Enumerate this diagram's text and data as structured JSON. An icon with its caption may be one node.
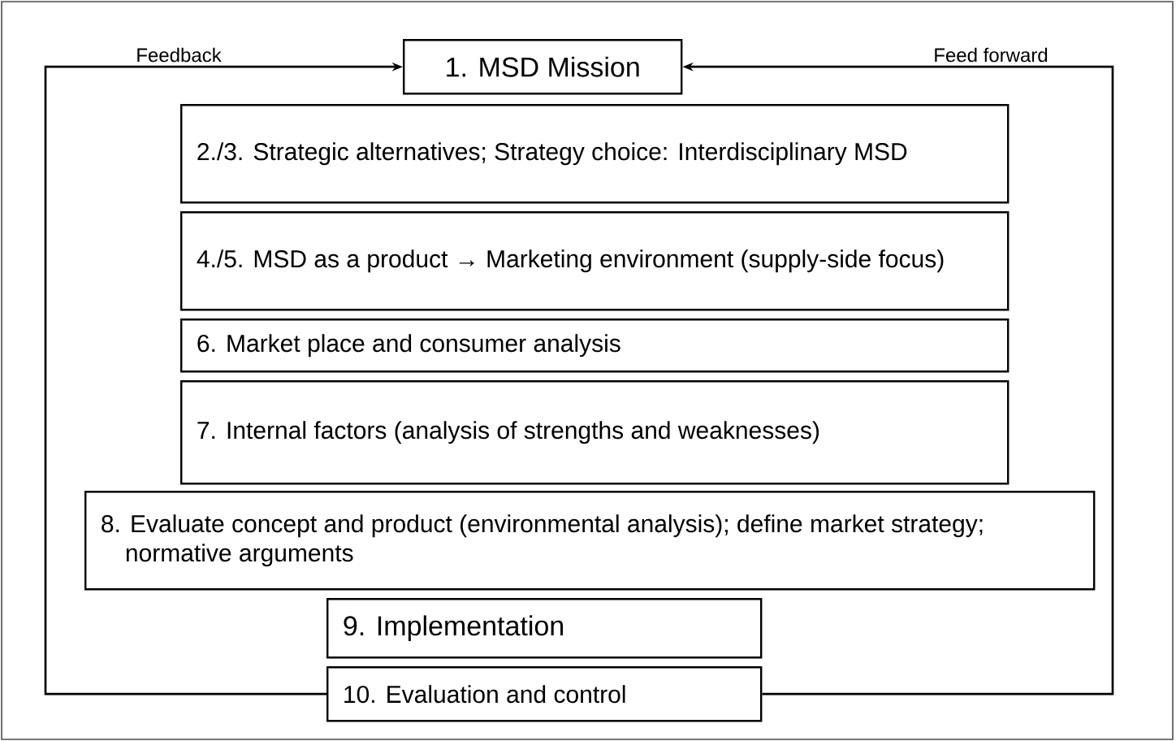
{
  "diagram": {
    "nodes": [
      {
        "text": [
          "1. MSD Mission"
        ]
      },
      {
        "text": [
          "2./3. Strategic alternatives; Strategy choice: Interdisciplinary MSD"
        ]
      },
      {
        "text": [
          "4./5. MSD as a product → Marketing environment (supply-side focus)"
        ]
      },
      {
        "text": [
          "6. Market place and consumer analysis"
        ]
      },
      {
        "text": [
          "7. Internal factors (analysis of strengths and weaknesses)"
        ]
      },
      {
        "text": [
          "8. Evaluate concept and product (environmental analysis); define market strategy; normative arguments"
        ]
      },
      {
        "text": [
          "9. Implementation"
        ]
      },
      {
        "text": [
          "10. Evaluation and control"
        ]
      }
    ],
    "edges": [
      {
        "from": 7,
        "to": 0,
        "arrow": "to",
        "label": "Feedback"
      },
      {
        "from": 7,
        "to": 0,
        "arrow": "to",
        "label": "Feed forward"
      }
    ]
  }
}
